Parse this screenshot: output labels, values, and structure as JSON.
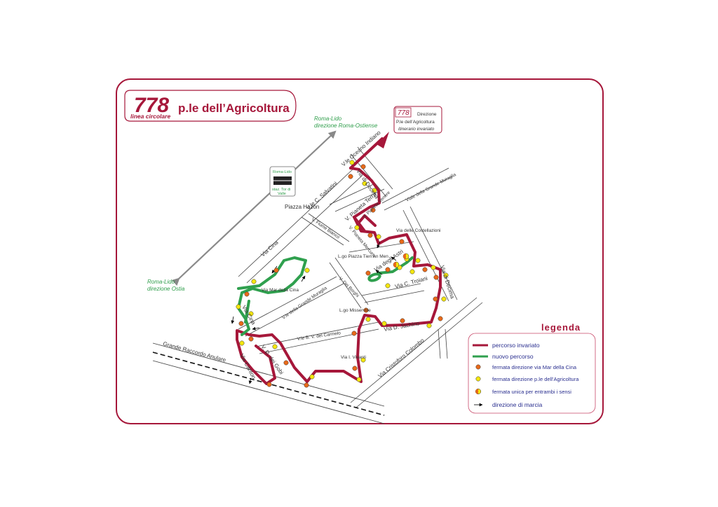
{
  "title": {
    "number": "778",
    "destination": "p.le dell’Agricoltura",
    "subtitle": "linea circolare"
  },
  "direction_box": {
    "number": "778",
    "line1": "Direzione",
    "line2": "P.le dell’Agricoltura",
    "line3": "itinerario invariato"
  },
  "arrows": {
    "roma_ostiense": {
      "line1": "Roma-Lido",
      "line2": "direzione Roma-Ostiense"
    },
    "ostia": {
      "line1": "Roma-Lido",
      "line2": "direzione Ostia"
    }
  },
  "station": {
    "line1": "Roma-Lido",
    "line2": "staz. Tor di",
    "line3": "Valle"
  },
  "streets": {
    "oceano_indiano": "V.le Oceano Indiano",
    "oceanina": "Via di Decima",
    "salvatini": "V.le C. Salvatini",
    "grande_muraglia": "Viale della Grande Muraglia",
    "pianeta_terra": "V. Pianeta Terra",
    "pianeta_mercurio": "V. Pianeta Mercurio",
    "pianeta_venere": "V. Pianeta Venere",
    "costellazioni": "Via delle Costellazioni",
    "fiume_bianco": "V. Fiume Bianco",
    "piazza_hazon": "Piazza Hazon",
    "via_cina": "Via Cina",
    "tien_an_men": "L.go Piazza Tien An Men",
    "astri": "Via degli Astri",
    "decima": "Via di Decima",
    "mar_cina": "Via Mar della Cina",
    "grande_muraglia2": "V.le della Grande Muraglia",
    "borghi": "V. Dei Borghi",
    "troiani": "Via C. Troiani",
    "misserville": "L.go Misserville",
    "jachino": "Via D. Jachino",
    "via_cina2": "Via Cina",
    "carmelo": "V.le B. V. del Carmelo",
    "raccordo": "Grande Raccordo Anulare",
    "gobi": "V. D. dei Gobi",
    "canton": "Via Canton",
    "vivanti": "Via I. Vivanti",
    "colombo": "Via Cristoforo Colombo"
  },
  "legend": {
    "title": "legenda",
    "items": [
      {
        "label": "percorso invariato",
        "type": "line",
        "color": "#a6173a"
      },
      {
        "label": "nuovo percorso",
        "type": "line",
        "color": "#2fa04e"
      },
      {
        "label": "fermata direzione via Mar della Cina",
        "type": "dot",
        "color": "#e86a1a"
      },
      {
        "label": "fermata direzione p.le dell’Agricoltura",
        "type": "dot",
        "color": "#f4e60f"
      },
      {
        "label": "fermata unica per entrambi i sensi",
        "type": "half-dot",
        "color": "#e86a1a"
      },
      {
        "label": "direzione di marcia",
        "type": "arrow",
        "color": "#000000"
      }
    ]
  },
  "colors": {
    "route": "#a6173a",
    "new_route": "#2fa04e",
    "frame": "#a6173a",
    "stop_outbound": "#e86a1a",
    "stop_inbound": "#f4e60f"
  }
}
